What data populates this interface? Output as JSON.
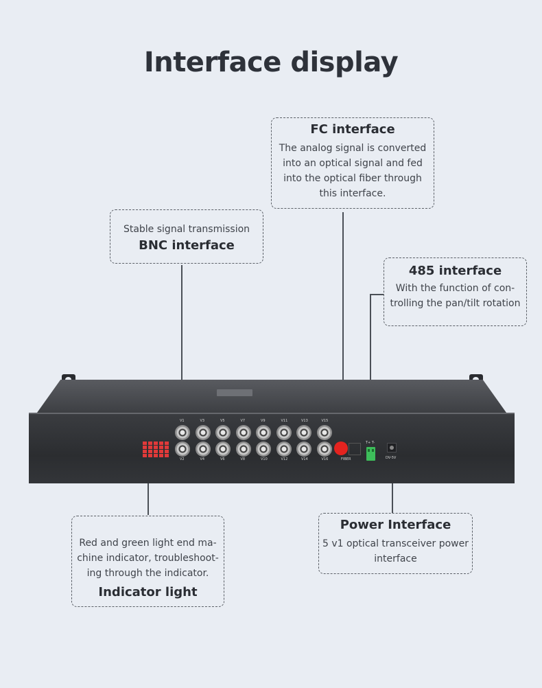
{
  "title": "Interface display",
  "fc": {
    "heading": "FC interface",
    "lines": [
      "The analog signal is converted",
      "into an optical signal and fed",
      "into the optical fiber through",
      "this interface."
    ]
  },
  "bnc": {
    "subtitle": "Stable signal transmission",
    "heading": "BNC interface"
  },
  "rs485": {
    "heading": "485 interface",
    "lines": [
      "With the function of con-",
      "trolling the pan/tilt rotation"
    ]
  },
  "indicator": {
    "lines": [
      "Red and green light end ma-",
      "chine indicator, troubleshoot-",
      "ing through the indicator."
    ],
    "heading": "Indicator light"
  },
  "power": {
    "heading": "Power Interface",
    "lines": [
      "5 v1 optical transceiver power",
      "interface"
    ]
  },
  "device": {
    "top_labels": [
      "V1",
      "V3",
      "V5",
      "V7",
      "V9",
      "V11",
      "V13",
      "V15"
    ],
    "bottom_labels": [
      "V2",
      "V4",
      "V6",
      "V8",
      "V10",
      "V12",
      "V14",
      "V16"
    ],
    "fiber_label": "FIBER",
    "rs_label": "T+ T-",
    "dc_label": "DV-5V",
    "fc_color": "#e4231f",
    "terminal_color": "#3dbd5a",
    "led_color": "#e13a3a"
  }
}
